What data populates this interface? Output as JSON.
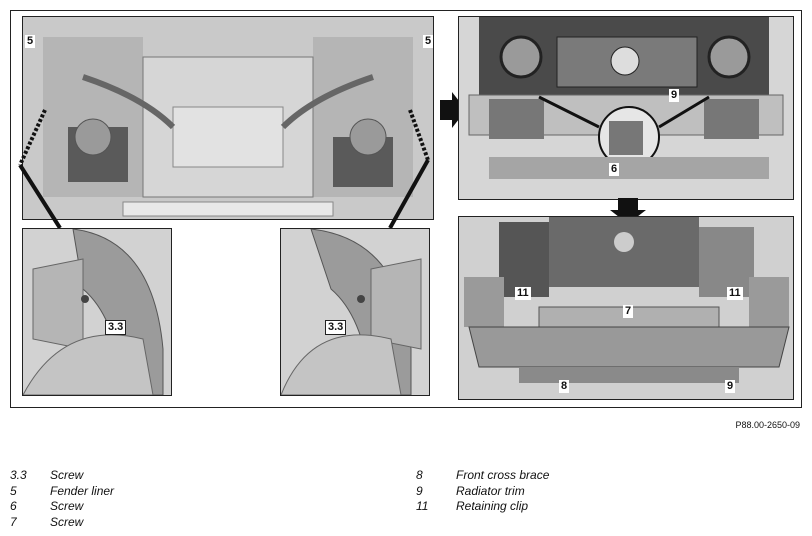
{
  "figure": {
    "reference": "P88.00-2650-09",
    "callouts": {
      "fender_liner_left": "5",
      "fender_liner_right": "5",
      "screw_left_detail": "3.3",
      "screw_right_detail": "3.3",
      "radiator_trim_top": "9",
      "screw_6": "6",
      "retaining_clip_left": "11",
      "retaining_clip_right": "11",
      "screw_7": "7",
      "front_cross_brace": "8",
      "radiator_trim_bottom": "9"
    }
  },
  "legend": {
    "left": [
      {
        "num": "3.3",
        "label": "Screw"
      },
      {
        "num": "5",
        "label": "Fender liner"
      },
      {
        "num": "6",
        "label": "Screw"
      },
      {
        "num": "7",
        "label": "Screw"
      }
    ],
    "right": [
      {
        "num": "8",
        "label": "Front cross brace"
      },
      {
        "num": "9",
        "label": "Radiator trim"
      },
      {
        "num": "11",
        "label": "Retaining clip"
      }
    ]
  }
}
